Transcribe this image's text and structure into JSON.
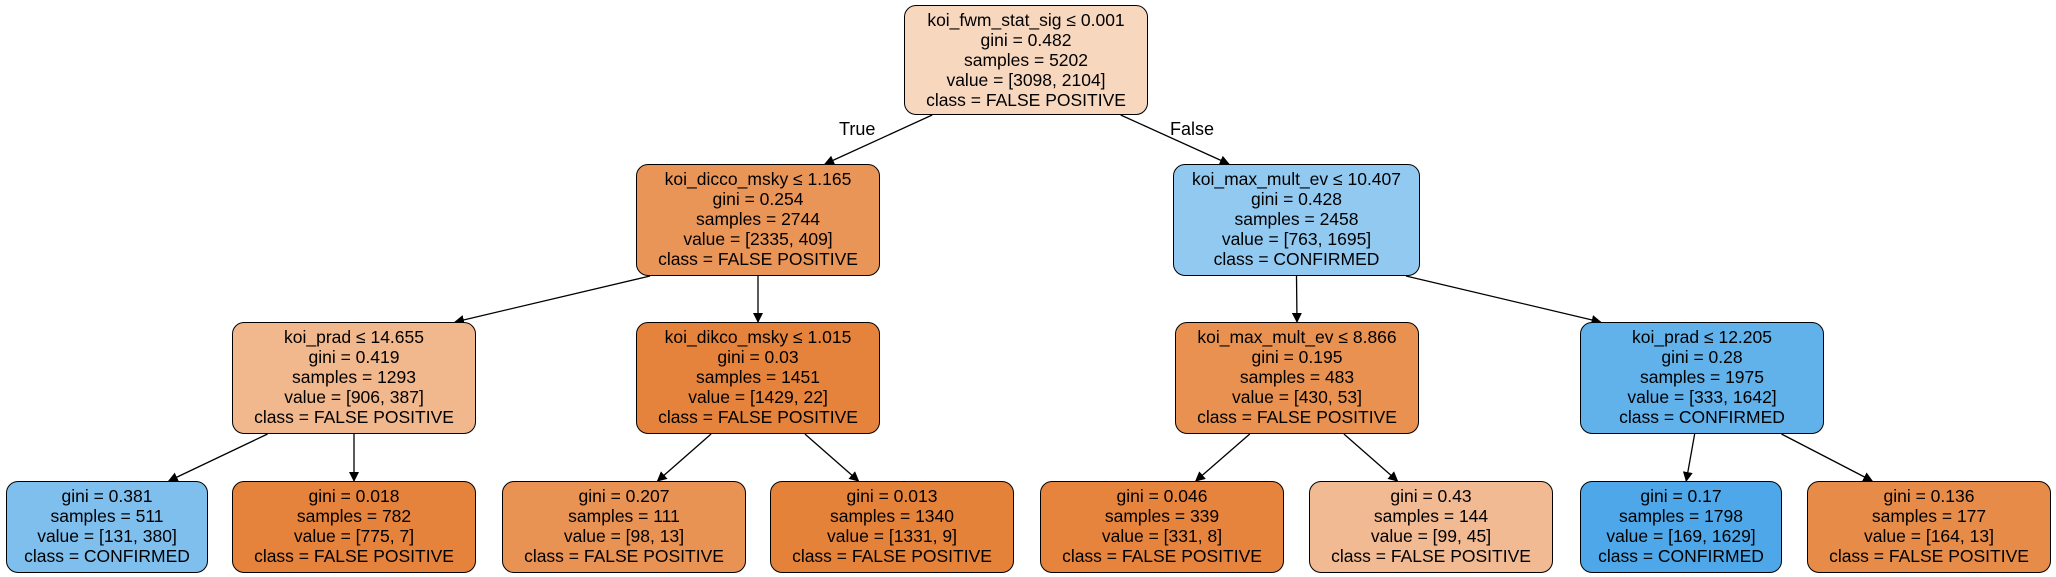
{
  "tree": {
    "edge_labels": {
      "true_label": "True",
      "false_label": "False"
    },
    "nodes": [
      {
        "id": "n0",
        "condition": "koi_fwm_stat_sig ≤ 0.001",
        "gini": "gini = 0.482",
        "samples": "samples = 5202",
        "value": "value = [3098, 2104]",
        "class": "class = FALSE POSITIVE",
        "color": "#f8d7bf",
        "children": [
          "n1",
          "n8"
        ]
      },
      {
        "id": "n1",
        "condition": "koi_dicco_msky ≤ 1.165",
        "gini": "gini = 0.254",
        "samples": "samples = 2744",
        "value": "value = [2335, 409]",
        "class": "class = FALSE POSITIVE",
        "color": "#ea9558",
        "children": [
          "n2",
          "n5"
        ]
      },
      {
        "id": "n2",
        "condition": "koi_prad ≤ 14.655",
        "gini": "gini = 0.419",
        "samples": "samples = 1293",
        "value": "value = [906, 387]",
        "class": "class = FALSE POSITIVE",
        "color": "#f1b78d",
        "children": [
          "n3",
          "n4"
        ]
      },
      {
        "id": "n3",
        "condition": "",
        "gini": "gini = 0.381",
        "samples": "samples = 511",
        "value": "value = [131, 380]",
        "class": "class = CONFIRMED",
        "color": "#7ebfee",
        "children": []
      },
      {
        "id": "n4",
        "condition": "",
        "gini": "gini = 0.018",
        "samples": "samples = 782",
        "value": "value = [775, 7]",
        "class": "class = FALSE POSITIVE",
        "color": "#e5823b",
        "children": []
      },
      {
        "id": "n5",
        "condition": "koi_dikco_msky ≤ 1.015",
        "gini": "gini = 0.03",
        "samples": "samples = 1451",
        "value": "value = [1429, 22]",
        "class": "class = FALSE POSITIVE",
        "color": "#e5833c",
        "children": [
          "n6",
          "n7"
        ]
      },
      {
        "id": "n6",
        "condition": "",
        "gini": "gini = 0.207",
        "samples": "samples = 111",
        "value": "value = [98, 13]",
        "class": "class = FALSE POSITIVE",
        "color": "#e89253",
        "children": []
      },
      {
        "id": "n7",
        "condition": "",
        "gini": "gini = 0.013",
        "samples": "samples = 1340",
        "value": "value = [1331, 9]",
        "class": "class = FALSE POSITIVE",
        "color": "#e5823a",
        "children": []
      },
      {
        "id": "n8",
        "condition": "koi_max_mult_ev ≤ 10.407",
        "gini": "gini = 0.428",
        "samples": "samples = 2458",
        "value": "value = [763, 1695]",
        "class": "class = CONFIRMED",
        "color": "#92c9f1",
        "children": [
          "n9",
          "n12"
        ]
      },
      {
        "id": "n9",
        "condition": "koi_max_mult_ev ≤ 8.866",
        "gini": "gini = 0.195",
        "samples": "samples = 483",
        "value": "value = [430, 53]",
        "class": "class = FALSE POSITIVE",
        "color": "#e89151",
        "children": [
          "n10",
          "n11"
        ]
      },
      {
        "id": "n10",
        "condition": "",
        "gini": "gini = 0.046",
        "samples": "samples = 339",
        "value": "value = [331, 8]",
        "class": "class = FALSE POSITIVE",
        "color": "#e6843e",
        "children": []
      },
      {
        "id": "n11",
        "condition": "",
        "gini": "gini = 0.43",
        "samples": "samples = 144",
        "value": "value = [99, 45]",
        "class": "class = FALSE POSITIVE",
        "color": "#f1ba93",
        "children": []
      },
      {
        "id": "n12",
        "condition": "koi_prad ≤ 12.205",
        "gini": "gini = 0.28",
        "samples": "samples = 1975",
        "value": "value = [333, 1642]",
        "class": "class = CONFIRMED",
        "color": "#61b1ea",
        "children": [
          "n13",
          "n14"
        ]
      },
      {
        "id": "n13",
        "condition": "",
        "gini": "gini = 0.17",
        "samples": "samples = 1798",
        "value": "value = [169, 1629]",
        "class": "class = CONFIRMED",
        "color": "#4da7e8",
        "children": []
      },
      {
        "id": "n14",
        "condition": "",
        "gini": "gini = 0.136",
        "samples": "samples = 177",
        "value": "value = [164, 13]",
        "class": "class = FALSE POSITIVE",
        "color": "#e78b49",
        "children": []
      }
    ]
  }
}
